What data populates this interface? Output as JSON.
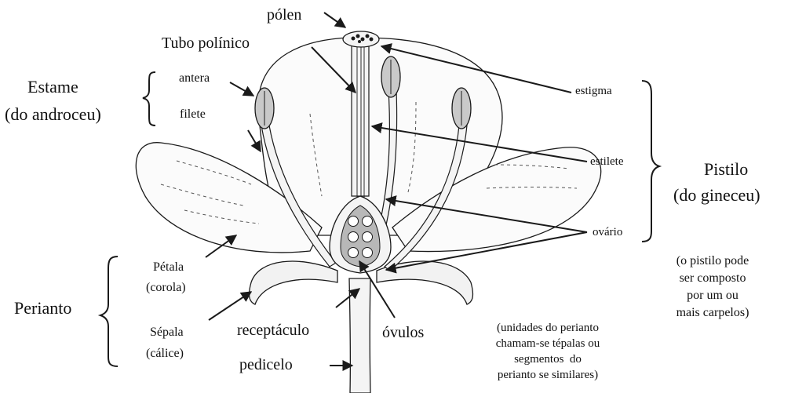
{
  "labels": {
    "polen": "pólen",
    "tubo_polinico": "Tubo polínico",
    "estame": "Estame",
    "do_androceu": "(do androceu)",
    "antera": "antera",
    "filete": "filete",
    "estigma": "estigma",
    "estilete": "estilete",
    "ovario": "ovário",
    "pistilo": "Pistilo",
    "do_gineceu": "(do gineceu)",
    "pistilo_note": [
      "(o pistilo pode",
      "ser composto",
      "por um ou",
      "mais carpelos)"
    ],
    "petala": "Pétala",
    "corola": "(corola)",
    "sepala": "Sépala",
    "calice": "(cálice)",
    "perianto": "Perianto",
    "receptaculo": "receptáculo",
    "pedicelo": "pedicelo",
    "ovulos": "óvulos",
    "perianto_note": [
      "(unidades do perianto",
      "chamam-se tépalas ou",
      "segmentos  do",
      "perianto se similares)"
    ]
  },
  "colors": {
    "line": "#1a1a1a",
    "fill_light": "#f4f4f4",
    "fill_gray": "#c9c9c9",
    "ovary_gray": "#b8b8b8"
  }
}
